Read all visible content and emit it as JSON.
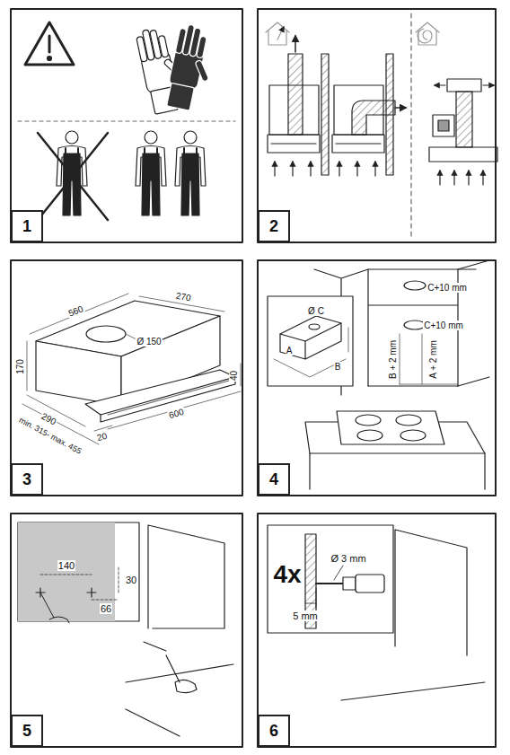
{
  "diagram": {
    "nodes": [
      {
        "text": [
          "1"
        ]
      },
      {
        "text": [
          "2"
        ]
      },
      {
        "text": [
          "3"
        ]
      },
      {
        "text": [
          "4"
        ]
      },
      {
        "text": [
          "5"
        ]
      },
      {
        "text": [
          "6"
        ]
      }
    ],
    "labels": [
      "Ø 150",
      "270",
      "560",
      "170",
      "290",
      "min. 315- max. 455",
      "20",
      "600",
      "40",
      "C+10 mm",
      "C+10 mm",
      "Ø C",
      "A",
      "B",
      "B + 2 mm",
      "A + 2 mm",
      "140",
      "30",
      "66",
      "4x",
      "Ø 3 mm",
      "5 mm"
    ]
  }
}
